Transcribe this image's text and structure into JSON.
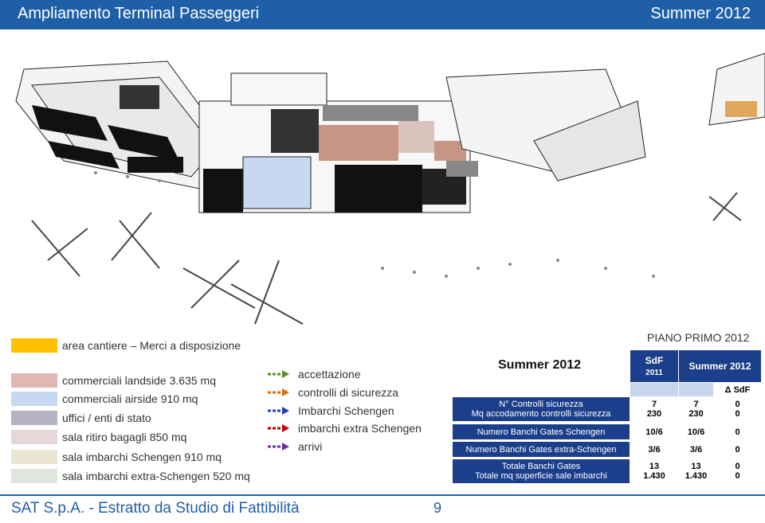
{
  "header": {
    "title": "Ampliamento Terminal Passeggeri",
    "season": "Summer 2012"
  },
  "legend": [
    {
      "label": "area cantiere – Merci a disposizione",
      "color": "#ffc000"
    },
    {
      "label": "commerciali landside 3.635 mq",
      "color": "#e0b8b2"
    },
    {
      "label": "commerciali airside 910 mq",
      "color": "#c6d9f0"
    },
    {
      "label": "uffici / enti di stato",
      "color": "#b3b3c2"
    },
    {
      "label": "sala ritiro bagagli 850 mq",
      "color": "#e6d8d8"
    },
    {
      "label": "sala imbarchi Schengen 910 mq",
      "color": "#eae6d2"
    },
    {
      "label": "sala imbarchi extra-Schengen 520 mq",
      "color": "#dfe6de"
    }
  ],
  "flows": [
    {
      "label": "accettazione",
      "color": "#5a8f2e"
    },
    {
      "label": "controlli di sicurezza",
      "color": "#e46c0a"
    },
    {
      "label": "Imbarchi Schengen",
      "color": "#1f3fbf"
    },
    {
      "label": "imbarchi extra Schengen",
      "color": "#c00000"
    },
    {
      "label": "arrivi",
      "color": "#7030a0"
    }
  ],
  "table_title": "PIANO PRIMO 2012",
  "table": {
    "col_sdf": "SdF",
    "col_sdf_year": "2011",
    "col_summer": "Summer 2012",
    "col_delta": "Δ SdF",
    "left_header": "Summer 2012",
    "rows": [
      {
        "label_a": "N° Controlli sicurezza",
        "label_b": "Mq accodamento controlli sicurezza",
        "sdf_a": "7",
        "sdf_b": "230",
        "summer_a": "7",
        "summer_b": "230",
        "delta_a": "0",
        "delta_b": "0"
      },
      {
        "label_a": "Numero Banchi Gates Schengen",
        "sdf_a": "10/6",
        "summer_a": "10/6",
        "delta_a": "0"
      },
      {
        "label_a": "Numero Banchi Gates extra-Schengen",
        "sdf_a": "3/6",
        "summer_a": "3/6",
        "delta_a": "0"
      },
      {
        "label_a": "Totale Banchi Gates",
        "label_b": "Totale mq superficie sale imbarchi",
        "sdf_a": "13",
        "sdf_b": "1.430",
        "summer_a": "13",
        "summer_b": "1.430",
        "delta_a": "0",
        "delta_b": "0"
      }
    ]
  },
  "footer": {
    "company": "SAT S.p.A. - Estratto da Studio di Fattibilità",
    "page": "9"
  }
}
